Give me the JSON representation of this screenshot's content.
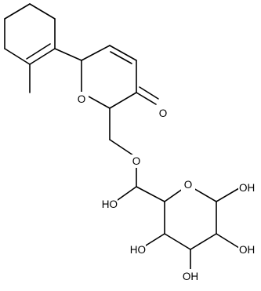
{
  "molecule": {
    "atom_labels": {
      "ring_oxygen_pyranone": "O",
      "ketone_oxygen": "O",
      "ether_oxygen": "O",
      "ring_oxygen_sugar": "O",
      "anomeric_hydroxyl": "OH",
      "c2_hydroxyl": "OH",
      "c3_hydroxyl": "OH",
      "c4_hydroxyl": "HO",
      "side_chain_hydroxyl": "HO"
    }
  }
}
